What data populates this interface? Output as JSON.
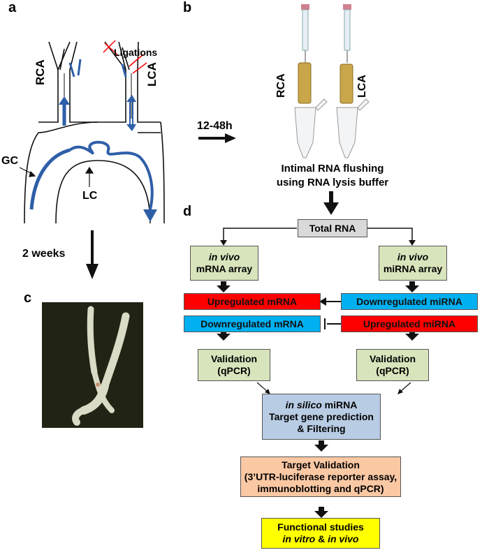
{
  "panels": {
    "a": "a",
    "b": "b",
    "c": "c",
    "d": "d"
  },
  "panel_a": {
    "rca": "RCA",
    "lca": "LCA",
    "gc": "GC",
    "lc": "LC",
    "ligations": "Ligations"
  },
  "arrows": {
    "time_label": "12-48h",
    "weeks_label": "2 weeks"
  },
  "panel_b": {
    "tube_left": "RCA",
    "tube_right": "LCA",
    "caption_line1": "Intimal RNA flushing",
    "caption_line2": "using RNA lysis buffer"
  },
  "flow": {
    "total_rna": "Total RNA",
    "mrna_array_italic": "in vivo",
    "mrna_array_rest": "mRNA array",
    "mirna_array_italic": "in vivo",
    "mirna_array_rest": "miRNA array",
    "up_mrna": "Upregulated mRNA",
    "down_mirna": "Downregulated miRNA",
    "down_mrna": "Downregulated mRNA",
    "up_mirna": "Upregulated miRNA",
    "validation": "Validation",
    "qpcr": "(qPCR)",
    "insilico_italic": "in silico",
    "insilico_rest": " miRNA",
    "target_pred": "Target gene prediction",
    "filtering": "& Filtering",
    "tv_title": "Target Validation",
    "tv_line2": "(3’UTR-luciferase reporter assay,",
    "tv_line3": "immunoblotting and qPCR)",
    "func_title": "Functional studies",
    "func_it1": "in vitro",
    "func_amp": " & ",
    "func_it2": "in vivo"
  },
  "colors": {
    "flow_arrow": "#2e5ea8",
    "up": "#ff0000",
    "down": "#00b0f0"
  }
}
